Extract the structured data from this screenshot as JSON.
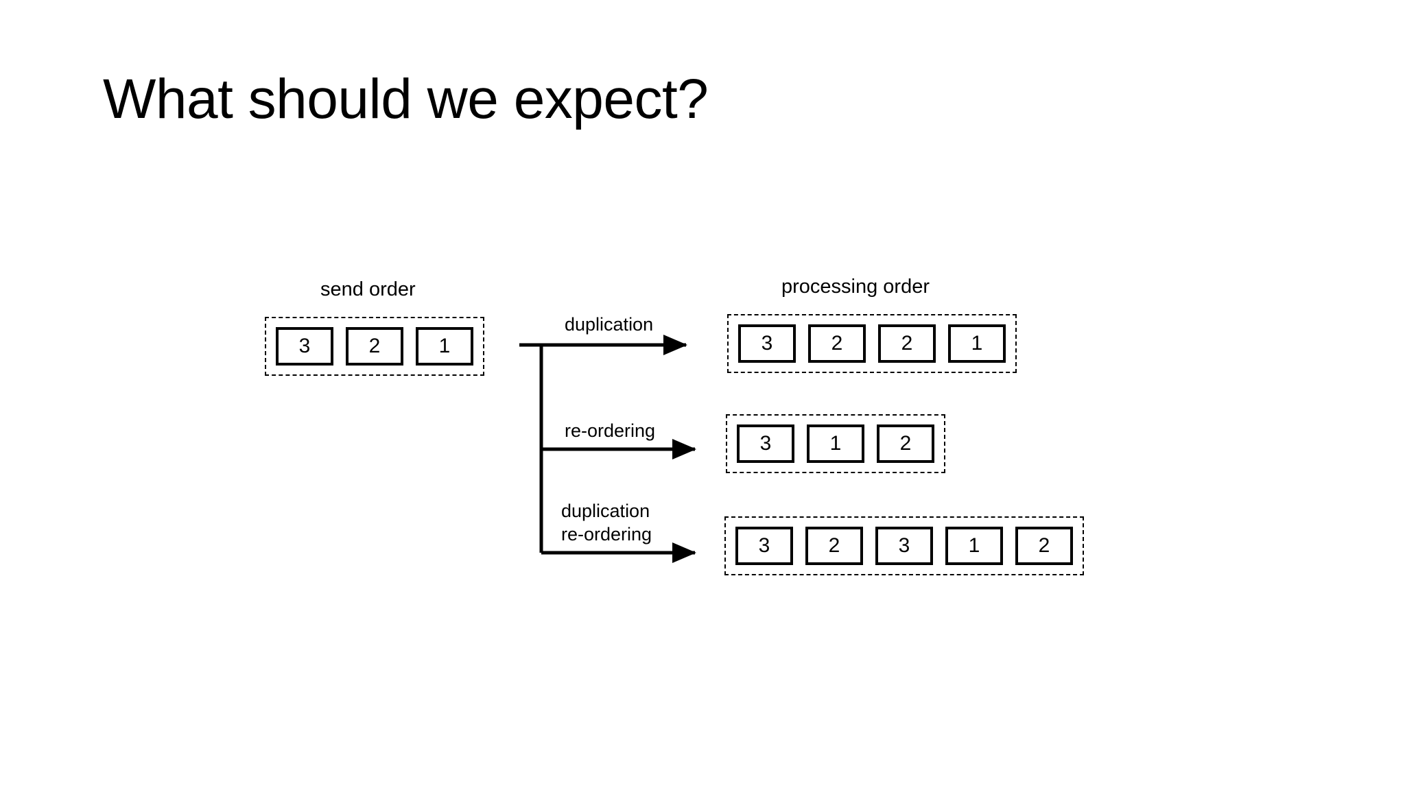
{
  "slide": {
    "title": "What should we expect?",
    "background_color": "#ffffff",
    "ink_color": "#000000"
  },
  "diagram": {
    "send": {
      "label": "send order",
      "packets": [
        "3",
        "2",
        "1"
      ]
    },
    "processing": {
      "label": "processing order",
      "rows": [
        {
          "arrow_label": "duplication",
          "packets": [
            "3",
            "2",
            "2",
            "1"
          ]
        },
        {
          "arrow_label": "re-ordering",
          "packets": [
            "3",
            "1",
            "2"
          ]
        },
        {
          "arrow_label": "duplication\nre-ordering",
          "packets": [
            "3",
            "2",
            "3",
            "1",
            "2"
          ]
        }
      ]
    }
  }
}
